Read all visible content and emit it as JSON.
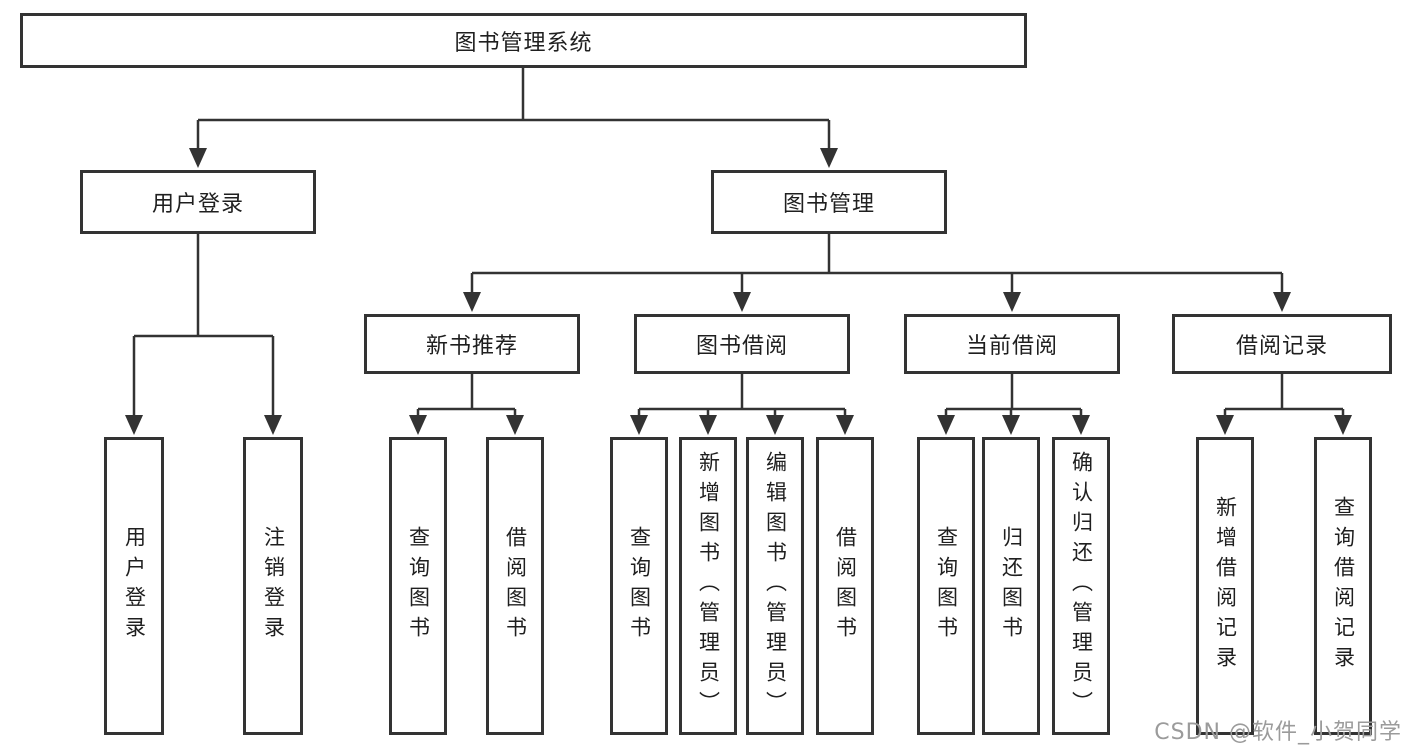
{
  "diagram": {
    "root": "图书管理系统",
    "level2": {
      "user": "用户登录",
      "book": "图书管理"
    },
    "level3": {
      "recommend": "新书推荐",
      "borrow": "图书借阅",
      "current": "当前借阅",
      "records": "借阅记录"
    },
    "leaves": {
      "user": [
        "用户登录",
        "注销登录"
      ],
      "recommend": [
        "查询图书",
        "借阅图书"
      ],
      "borrow": [
        "查询图书",
        "新增图书（管理员）",
        "编辑图书（管理员）",
        "借阅图书"
      ],
      "current": [
        "查询图书",
        "归还图书",
        "确认归还（管理员）"
      ],
      "records": [
        "新增借阅记录",
        "查询借阅记录"
      ]
    }
  },
  "watermark": "CSDN @软件_小贺同学",
  "colors": {
    "line": "#333333",
    "box_border": "#333333",
    "text": "#1f1f1f",
    "watermark": "#9b9b9b",
    "background": "#ffffff"
  }
}
